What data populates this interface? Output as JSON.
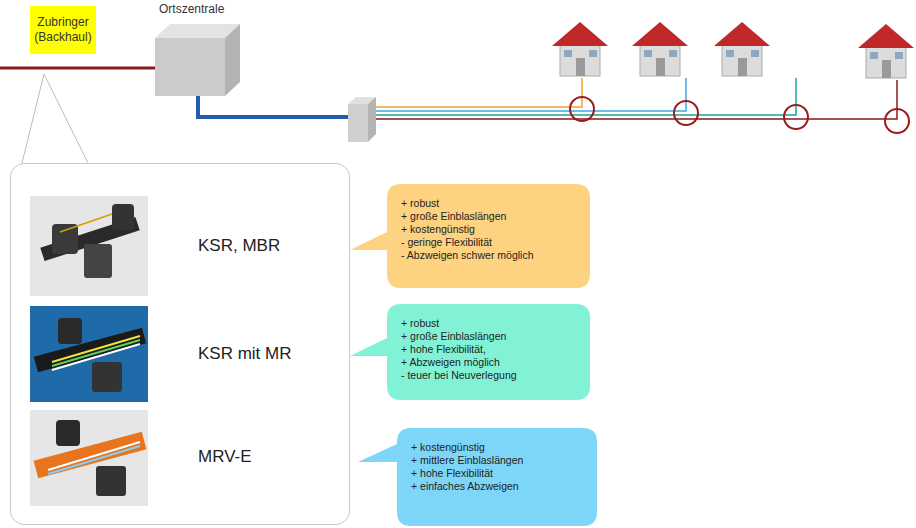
{
  "diagram": {
    "nodes": [
      {
        "text": [
          "Zubringer (Backhaul)"
        ]
      },
      {
        "text": [
          "Ortszentrale"
        ]
      },
      {
        "text": [
          "KSR, MBR",
          "KSR mit MR",
          "MRV-E"
        ]
      },
      {
        "text": [
          "+ robust",
          "+ große Einblaslängen",
          "+ kostengünstig",
          "- geringe Flexibilität",
          "- Abzweigen schwer möglich"
        ]
      },
      {
        "text": [
          "+ robust",
          "+ große Einblaslängen",
          "+ hohe Flexibilität,",
          "+ Abzweigen möglich",
          "- teuer bei Neuverlegung"
        ]
      },
      {
        "text": [
          "+ kostengünstig",
          "+ mittlere Einblaslängen",
          "+ hohe Flexibilität",
          "+ einfaches Abzweigen"
        ]
      }
    ]
  }
}
